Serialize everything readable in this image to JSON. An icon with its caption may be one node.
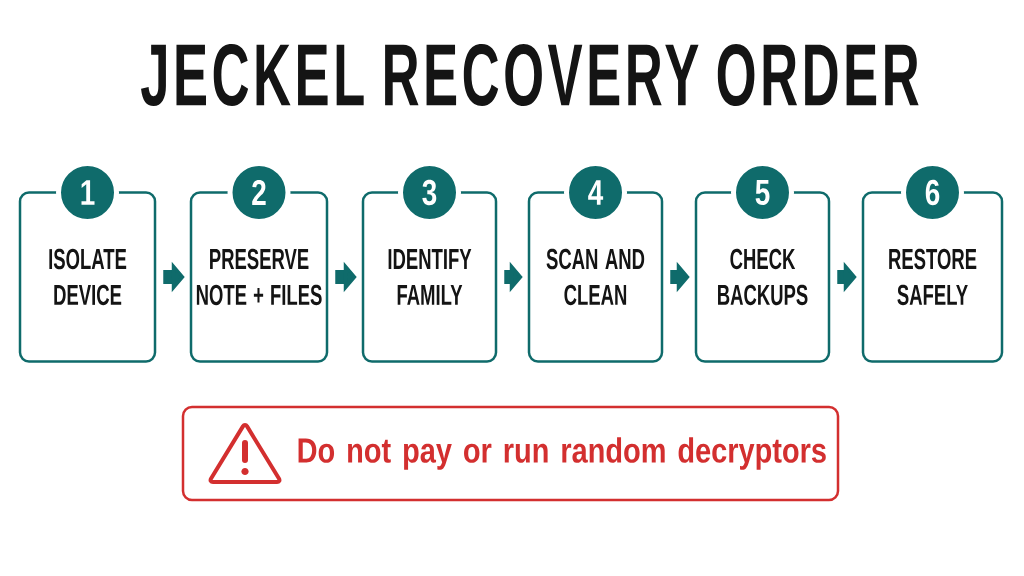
{
  "diagram": {
    "title": "JECKEL RECOVERY ORDER",
    "nodes": [
      {
        "text": [
          "1",
          "ISOLATE DEVICE"
        ]
      },
      {
        "text": [
          "2",
          "PRESERVE NOTE + FILES"
        ]
      },
      {
        "text": [
          "3",
          "IDENTIFY FAMILY"
        ]
      },
      {
        "text": [
          "4",
          "SCAN AND CLEAN"
        ]
      },
      {
        "text": [
          "5",
          "CHECK BACKUPS"
        ]
      },
      {
        "text": [
          "6",
          "RESTORE SAFELY"
        ]
      },
      {
        "text": [
          "Do not pay or run random decryptors"
        ]
      }
    ],
    "edges": [
      {
        "from": 0,
        "to": 1,
        "arrow": "to"
      },
      {
        "from": 1,
        "to": 2,
        "arrow": "to"
      },
      {
        "from": 2,
        "to": 3,
        "arrow": "to"
      },
      {
        "from": 3,
        "to": 4,
        "arrow": "to"
      },
      {
        "from": 4,
        "to": 5,
        "arrow": "to"
      }
    ]
  }
}
